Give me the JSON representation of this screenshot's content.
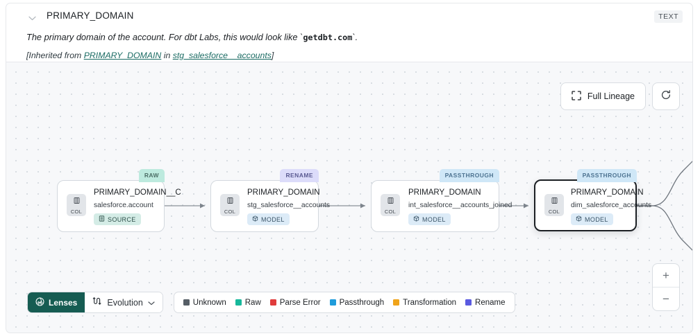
{
  "header": {
    "chevron_icon": "chevron-down-icon",
    "column_name": "PRIMARY_DOMAIN",
    "type_badge": "TEXT",
    "description_pre": "The primary domain of the account. For dbt Labs, this would look like `",
    "description_code": "getdbt.com",
    "description_post": "`.",
    "inherited_prefix": "[Inherited from ",
    "inherited_link_1": "PRIMARY_DOMAIN",
    "inherited_mid": " in ",
    "inherited_link_2": "stg_salesforce__accounts",
    "inherited_suffix": "]"
  },
  "controls": {
    "full_lineage_label": "Full Lineage",
    "full_lineage_icon": "expand-corners-icon",
    "refresh_icon": "refresh-icon",
    "zoom_in_label": "+",
    "zoom_out_label": "−"
  },
  "graph": {
    "nodes": [
      {
        "badge": "RAW",
        "badge_style": "badge-raw",
        "chip_label": "COL",
        "chip_icon": "column-icon",
        "name": "PRIMARY_DOMAIN__C",
        "subtitle": "salesforce.account",
        "kind": "SOURCE",
        "kind_style": "kind-source",
        "kind_icon": "database-icon",
        "selected": false
      },
      {
        "badge": "RENAME",
        "badge_style": "badge-rename",
        "chip_label": "COL",
        "chip_icon": "column-icon",
        "name": "PRIMARY_DOMAIN",
        "subtitle": "stg_salesforce__accounts",
        "kind": "MODEL",
        "kind_style": "kind-model",
        "kind_icon": "cube-icon",
        "selected": false
      },
      {
        "badge": "PASSTHROUGH",
        "badge_style": "badge-pass",
        "chip_label": "COL",
        "chip_icon": "column-icon",
        "name": "PRIMARY_DOMAIN",
        "subtitle": "int_salesforce__accounts_joined",
        "kind": "MODEL",
        "kind_style": "kind-model",
        "kind_icon": "cube-icon",
        "selected": false
      },
      {
        "badge": "PASSTHROUGH",
        "badge_style": "badge-pass",
        "chip_label": "COL",
        "chip_icon": "column-icon",
        "name": "PRIMARY_DOMAIN",
        "subtitle": "dim_salesforce_accounts",
        "kind": "MODEL",
        "kind_style": "kind-model",
        "kind_icon": "cube-icon",
        "selected": true
      }
    ]
  },
  "toolbar": {
    "lenses_label": "Lenses",
    "lenses_icon": "aperture-icon",
    "evolution_label": "Evolution",
    "evolution_icon": "evolution-icon",
    "evolution_chevron": "chevron-down-icon",
    "legend": [
      {
        "label": "Unknown",
        "color": "#565e66"
      },
      {
        "label": "Raw",
        "color": "#17b89b"
      },
      {
        "label": "Parse Error",
        "color": "#e03c3c"
      },
      {
        "label": "Passthrough",
        "color": "#1f9cdb"
      },
      {
        "label": "Transformation",
        "color": "#f0a41b"
      },
      {
        "label": "Rename",
        "color": "#5a5ae0"
      }
    ]
  }
}
